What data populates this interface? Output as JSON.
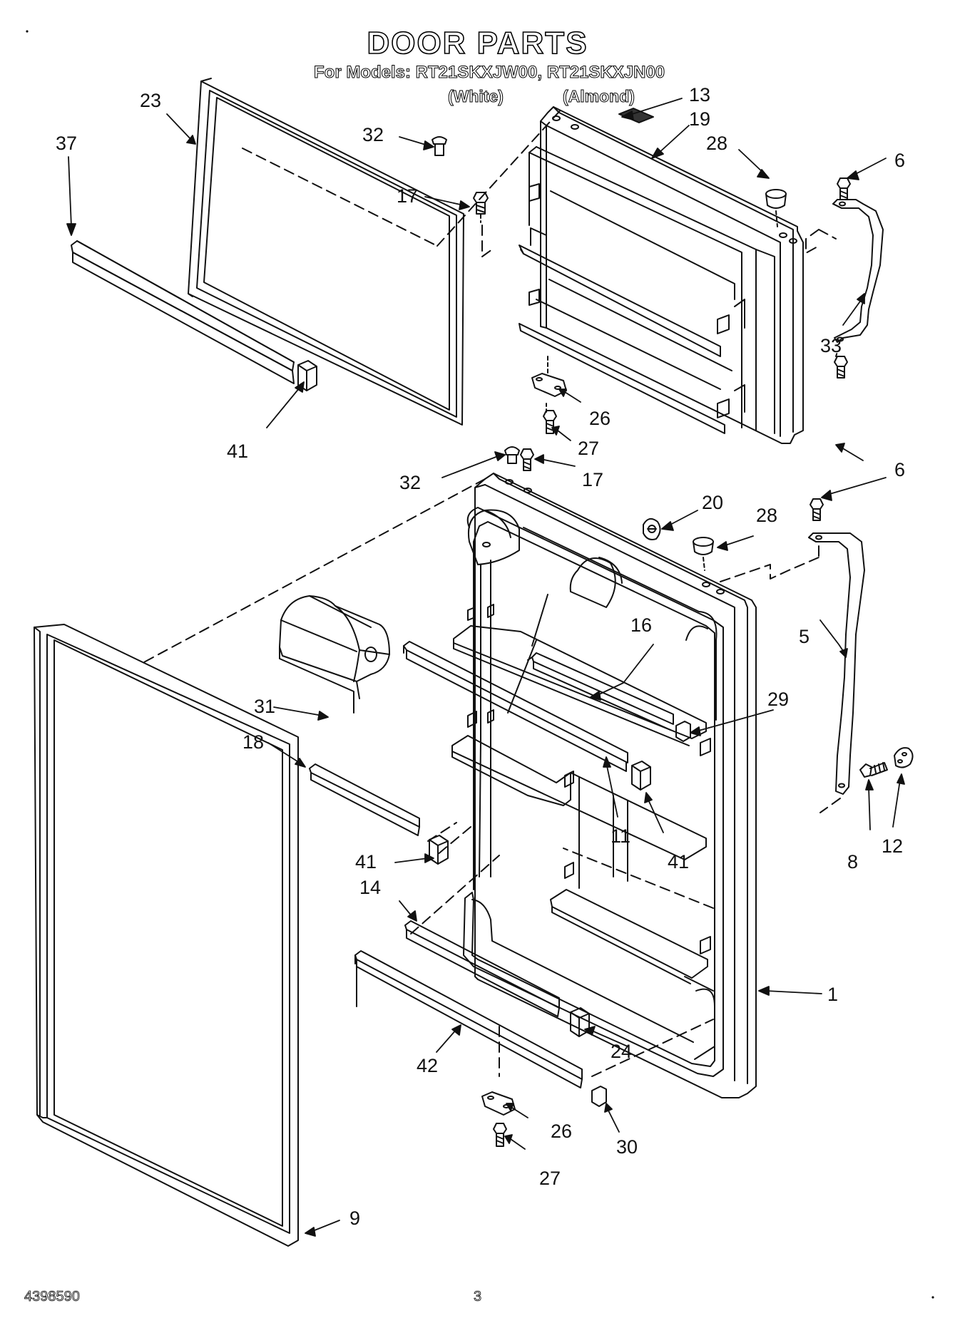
{
  "header": {
    "title": "DOOR PARTS",
    "models": "For Models: RT21SKXJW00, RT21SKXJN00",
    "color_white": "(White)",
    "color_almond": "(Almond)"
  },
  "callouts": {
    "c23": "23",
    "c37": "37",
    "c32a": "32",
    "c17a": "17",
    "c13": "13",
    "c19": "19",
    "c28a": "28",
    "c6a": "6",
    "c33": "33",
    "c26a": "26",
    "c27a": "27",
    "c41a": "41",
    "c6b": "6",
    "c32b": "32",
    "c17b": "17",
    "c20": "20",
    "c28b": "28",
    "c5": "5",
    "c16": "16",
    "c29": "29",
    "c31": "31",
    "c18": "18",
    "c41b": "41",
    "c11": "11",
    "c41c": "41",
    "c8": "8",
    "c12": "12",
    "c14": "14",
    "c1": "1",
    "c24": "24",
    "c42": "42",
    "c26b": "26",
    "c30": "30",
    "c27b": "27",
    "c9": "9"
  },
  "footer": {
    "doc_number": "4398590",
    "page_number": "3"
  }
}
